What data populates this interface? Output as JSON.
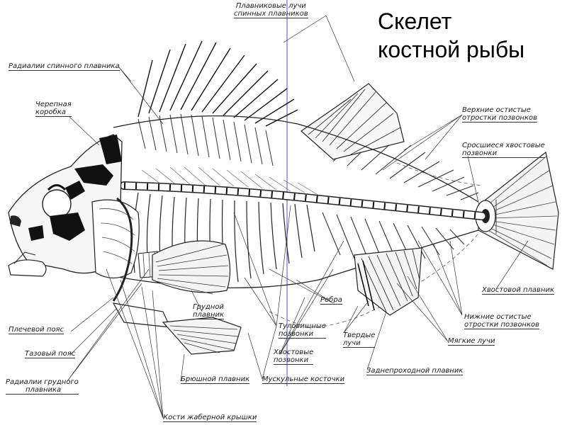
{
  "title": {
    "line1": "Скелет",
    "line2": "костной рыбы"
  },
  "labels": {
    "dorsal_fin_rays": [
      "Плавниковые лучи",
      "спинных плавников"
    ],
    "dorsal_radials": "Радиалии спинного плавника",
    "skull": [
      "Черепная",
      "коробка"
    ],
    "upper_spinous": [
      "Верхние остистые",
      "отростки позвонков"
    ],
    "fused_caudal": [
      "Сросшиеся хвостовые",
      "позвонки"
    ],
    "caudal_fin": "Хвостовой плавник",
    "lower_spinous": [
      "Нижние остистые",
      "отростки позвонков"
    ],
    "soft_rays": "Мягкие лучи",
    "anal_fin": "Заднепроходной плавник",
    "hard_rays": [
      "Твердые",
      "лучи"
    ],
    "ribs": "Ребра",
    "trunk_vertebrae": [
      "Туловищные",
      "позвонки"
    ],
    "caudal_vertebrae": [
      "Хвостовые",
      "позвонки"
    ],
    "pectoral_fin": [
      "Грудной",
      "плавник"
    ],
    "shoulder_girdle": "Плечевой пояс",
    "pelvic_girdle": "Тазовый пояс",
    "pectoral_radials": [
      "Радиалии грудного",
      "плавника"
    ],
    "pelvic_fin": "Брюшной плавник",
    "intermuscular_bones": "Мускульные косточки",
    "opercular_bones": "Кости жаберной крышки"
  }
}
